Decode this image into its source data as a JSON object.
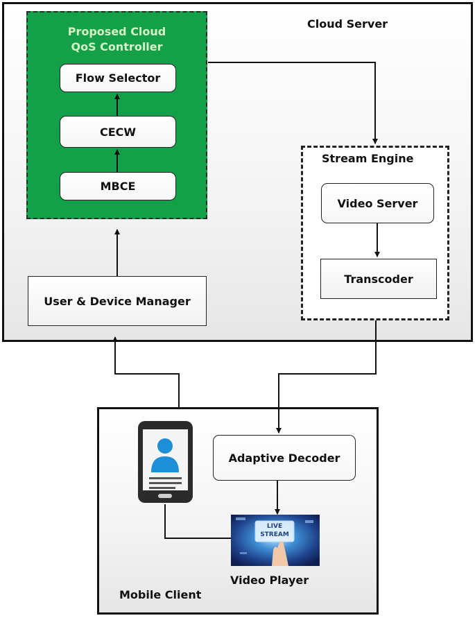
{
  "cloud_server": {
    "label": "Cloud Server"
  },
  "qos_controller": {
    "title_line1": "Proposed Cloud",
    "title_line2": "QoS Controller",
    "flow_selector": "Flow Selector",
    "cecw": "CECW",
    "mbce": "MBCE"
  },
  "user_device_manager": "User & Device Manager",
  "stream_engine": {
    "label": "Stream Engine",
    "video_server": "Video Server",
    "transcoder": "Transcoder"
  },
  "mobile_client": {
    "label": "Mobile Client",
    "adaptive_decoder": "Adaptive Decoder",
    "video_player": "Video Player",
    "live_badge_line1": "LIVE",
    "live_badge_line2": "STREAM"
  },
  "colors": {
    "qos_green": "#13a049",
    "qos_title": "#d6f2c9",
    "phone_blue": "#1c8fd8",
    "phone_body": "#2b2b2b"
  }
}
